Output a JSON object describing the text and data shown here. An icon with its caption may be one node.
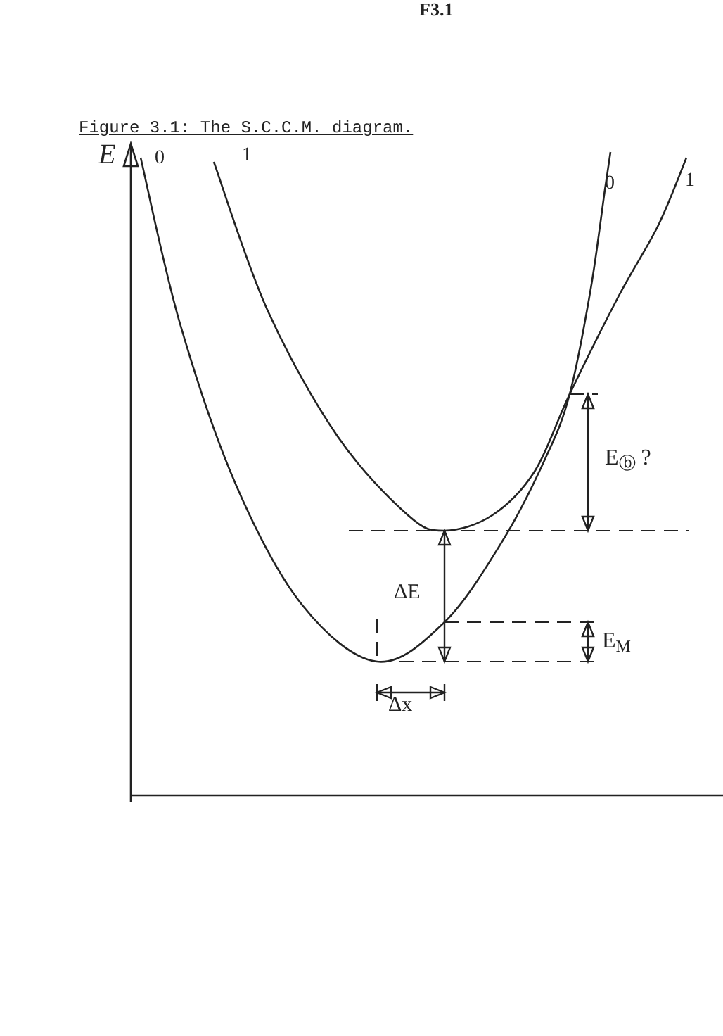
{
  "diagram": {
    "title": "Figure 3.1: The S.C.C.M. diagram.",
    "labels": [
      "F3.1",
      "E",
      "0",
      "1",
      "0",
      "1",
      "E$_{ⓑ}$ ?",
      "ΔE",
      "E$_{M}$",
      "Δx"
    ]
  }
}
